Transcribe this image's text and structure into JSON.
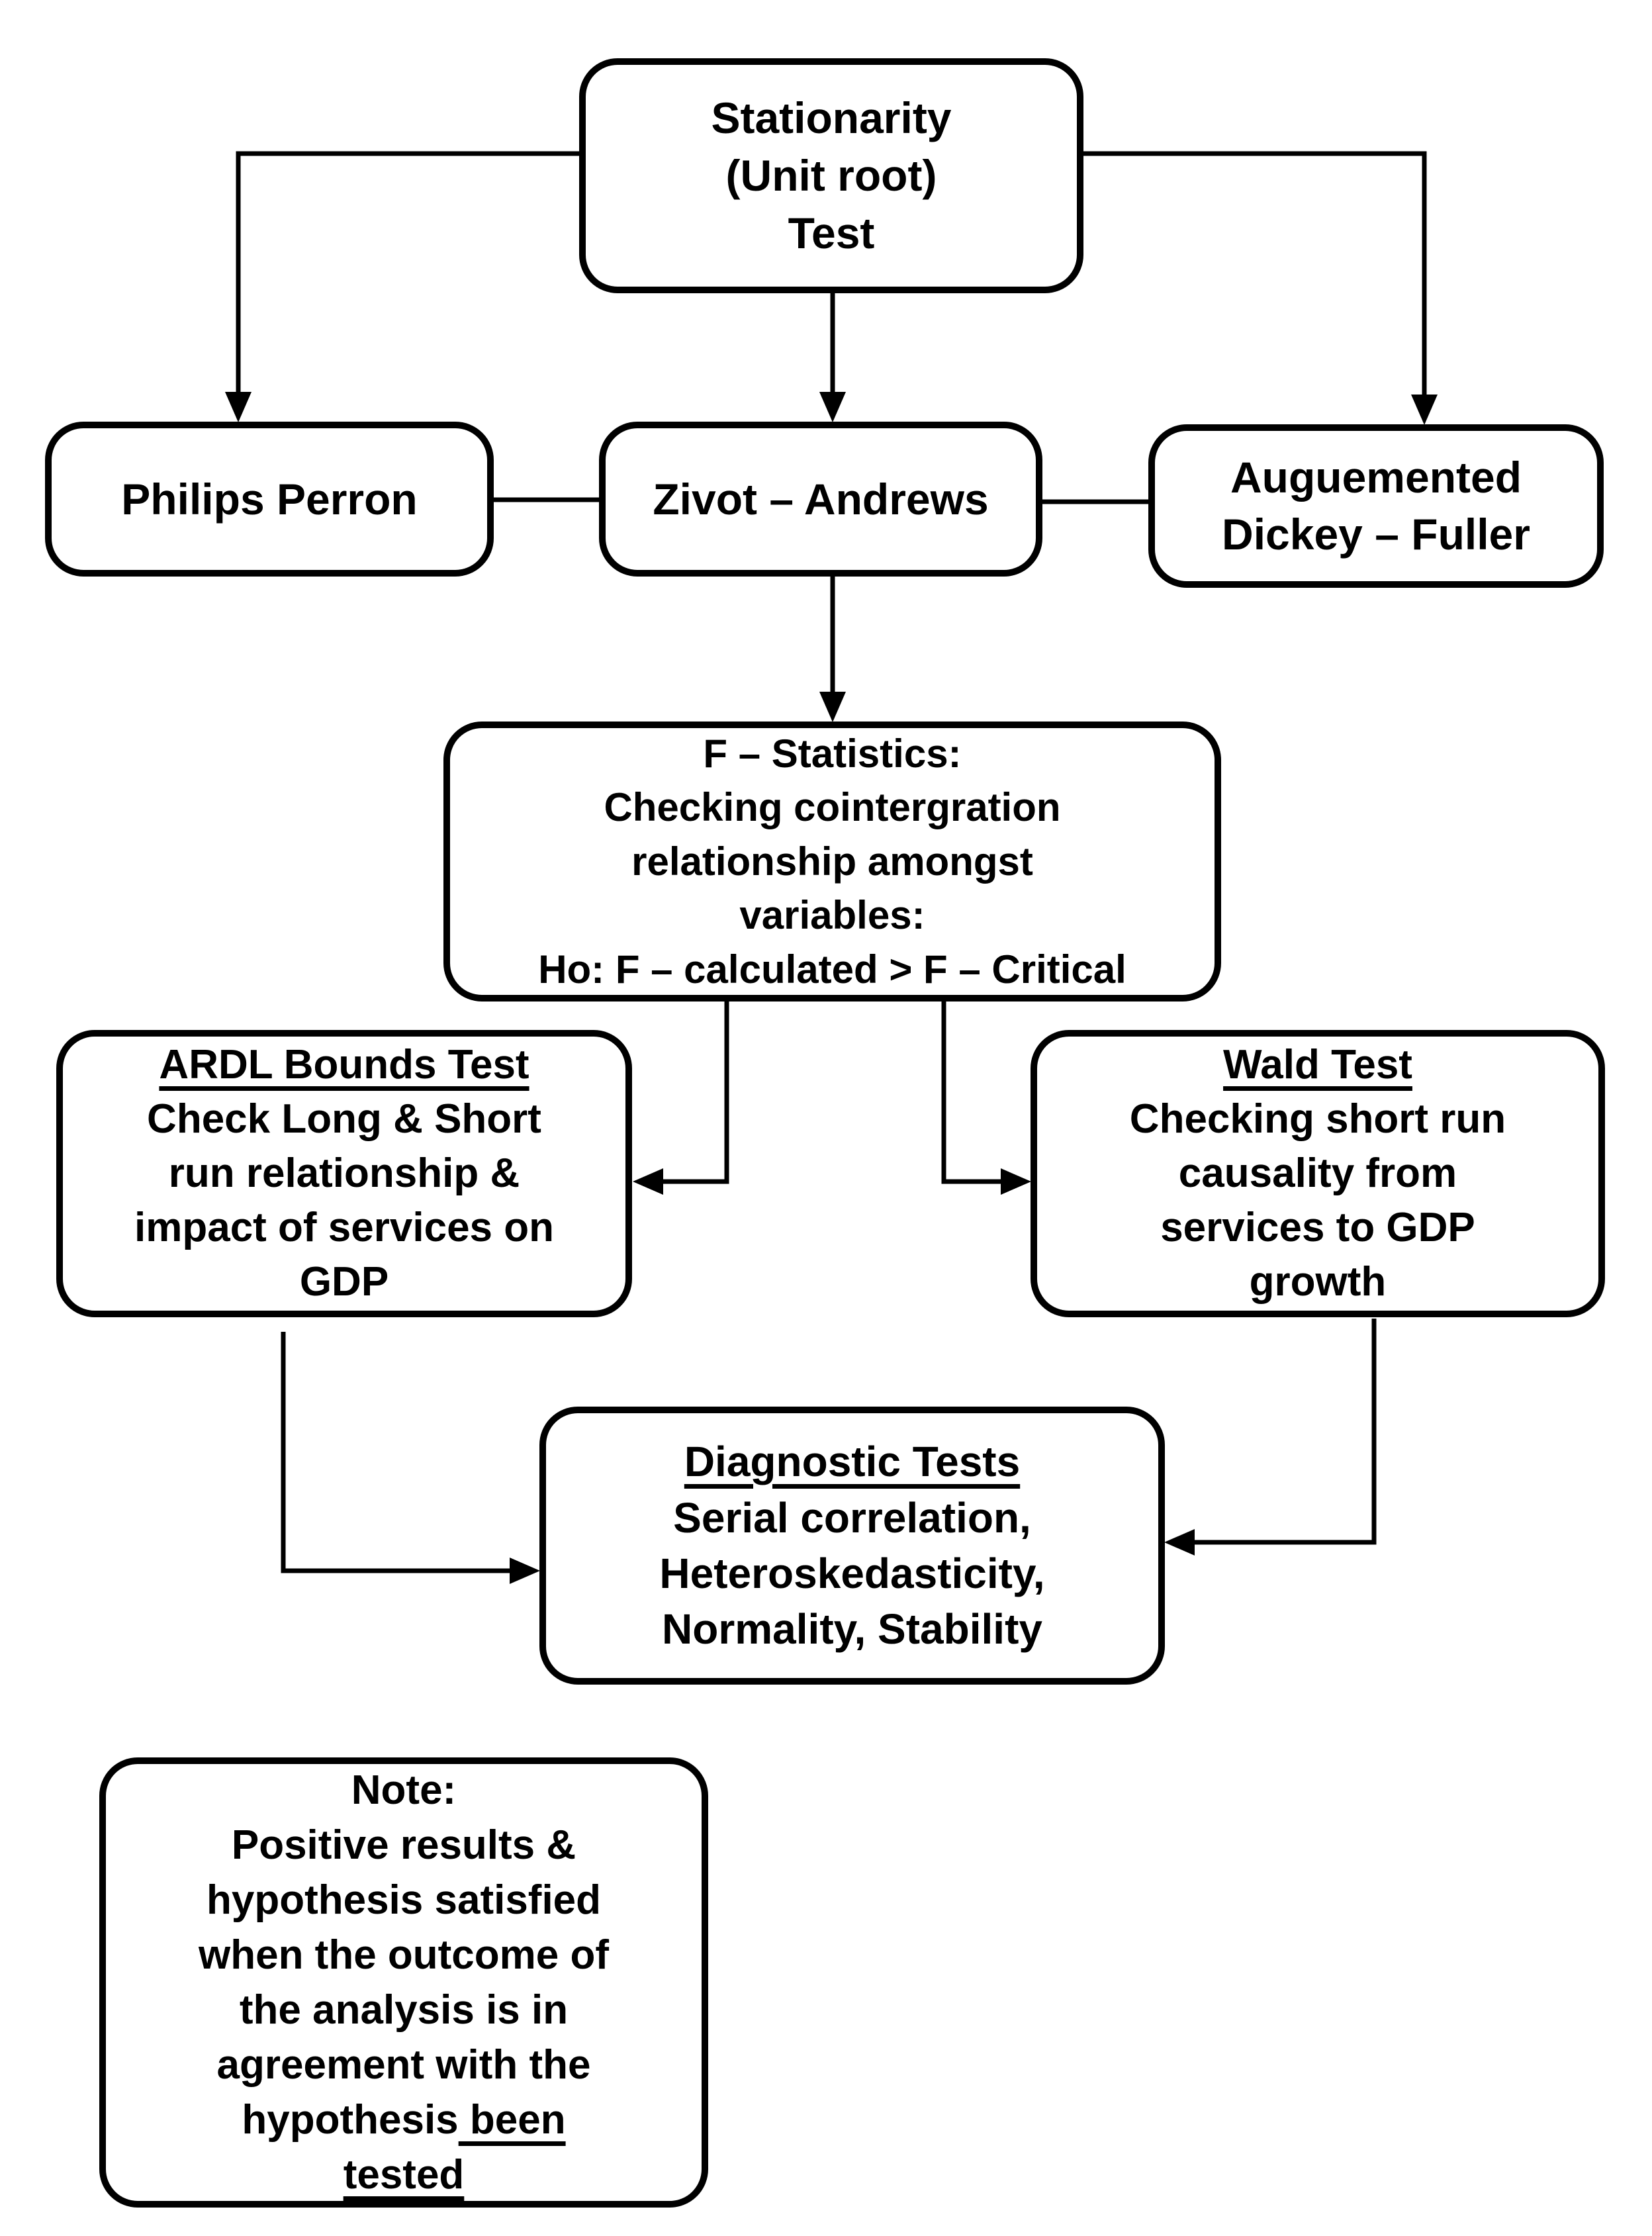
{
  "page": {
    "background_color": "#ffffff",
    "line_color": "#000000",
    "diagram_type": "flowchart"
  },
  "nodes": {
    "stationarity": {
      "text": "Stationarity\n(Unit root)\nTest"
    },
    "philips_perron": {
      "text": "Philips Perron"
    },
    "zivot_andrews": {
      "text": "Zivot – Andrews"
    },
    "dickey_fuller": {
      "text": "Auguemented\nDickey – Fuller"
    },
    "f_statistics": {
      "text": "F – Statistics:\nChecking cointergration\nrelationship amongst\nvariables:\nHo: F – calculated > F – Critical"
    },
    "ardl": {
      "title": "ARDL Bounds Test",
      "body": "Check Long & Short\nrun relationship &\nimpact of services on\nGDP"
    },
    "wald": {
      "title": "Wald Test",
      "body": "Checking short run\ncausality from\nservices to GDP\ngrowth"
    },
    "diagnostics": {
      "title": "Diagnostic Tests",
      "body": "Serial correlation,\nHeteroskedasticity,\nNormality, Stability"
    },
    "note": {
      "lead": "Note:\nPositive results &\nhypothesis satisfied\nwhen the outcome of\nthe analysis is in\nagreement with the\nhypothesis",
      "underlined": " been\ntested"
    }
  }
}
